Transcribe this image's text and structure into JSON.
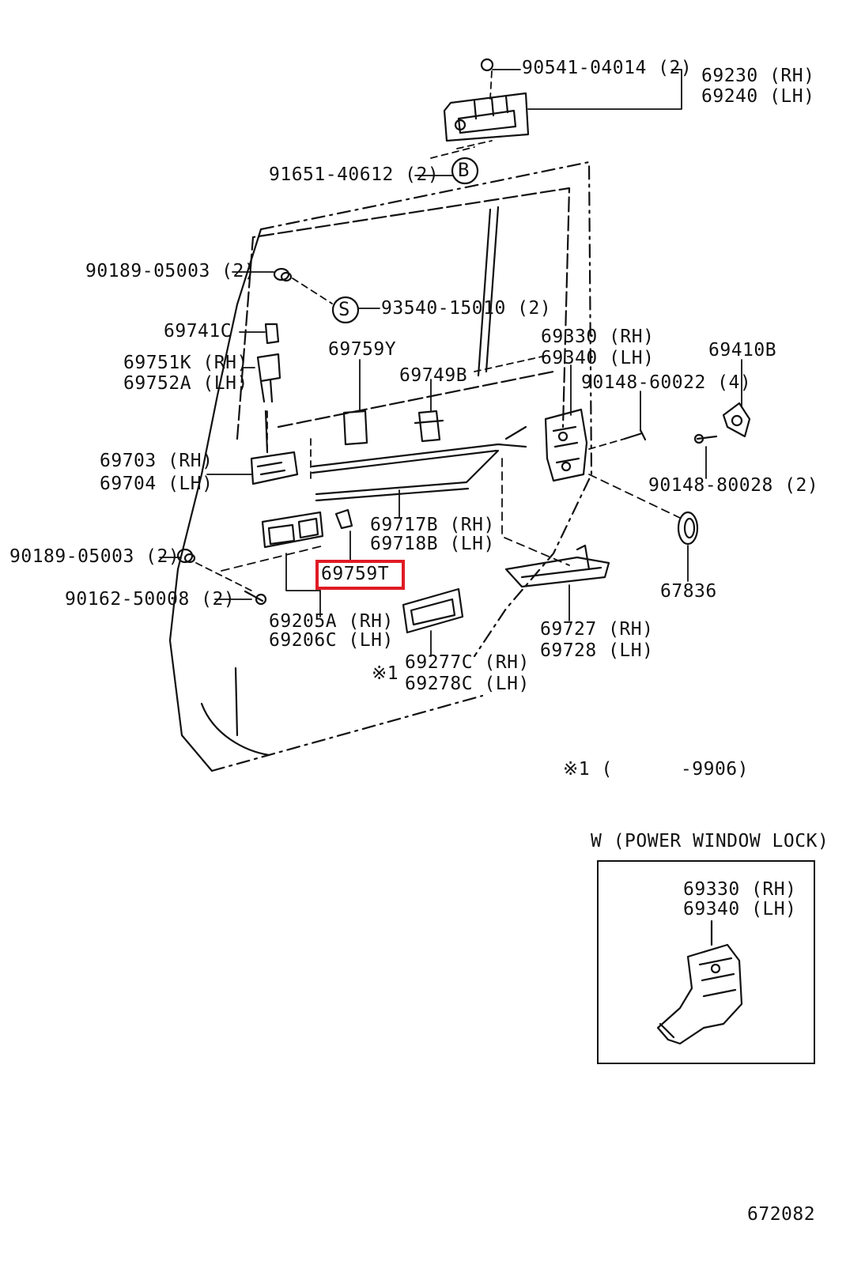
{
  "labels": {
    "bolt_upper": "90541-04014 (2)",
    "handle_out_rh": "69230 (RH)",
    "handle_out_lh": "69240 (LH)",
    "screw_b": "91651-40612 (2)",
    "callout_b": "B",
    "cap_upper": "90189-05003 (2)",
    "callout_s": "S",
    "screw_s": "93540-15010 (2)",
    "clip_c": "69741C",
    "knob_rh": "69751K (RH)",
    "knob_lh": "69752A (LH)",
    "clip_y": "69759Y",
    "clip_b": "69749B",
    "lock_rh": "69330 (RH)",
    "lock_lh": "69340 (LH)",
    "striker": "69410B",
    "screw_lock": "90148-60022 (4)",
    "rod_rh": "69703 (RH)",
    "rod_lh": "69704 (LH)",
    "screw_striker": "90148-80028 (2)",
    "cable_rh": "69717B (RH)",
    "cable_lh": "69718B (LH)",
    "cap_lower": "90189-05003 (2)",
    "clip_t": "69759T",
    "plug": "67836",
    "bolt_lower": "90162-50008 (2)",
    "inner_rh": "69205A (RH)",
    "inner_lh": "69206C (LH)",
    "remote_rh": "69727 (RH)",
    "remote_lh": "69728 (LH)",
    "bezel_note": "※1",
    "bezel_rh": "69277C (RH)",
    "bezel_lh": "69278C (LH)",
    "footnote": "※1 (      -9906)",
    "inset_title": "W (POWER WINDOW LOCK)",
    "inset_rh": "69330 (RH)",
    "inset_lh": "69340 (LH)",
    "figure_no": "672082"
  },
  "highlight": {
    "part": "69759T",
    "color": "#e01b24"
  }
}
